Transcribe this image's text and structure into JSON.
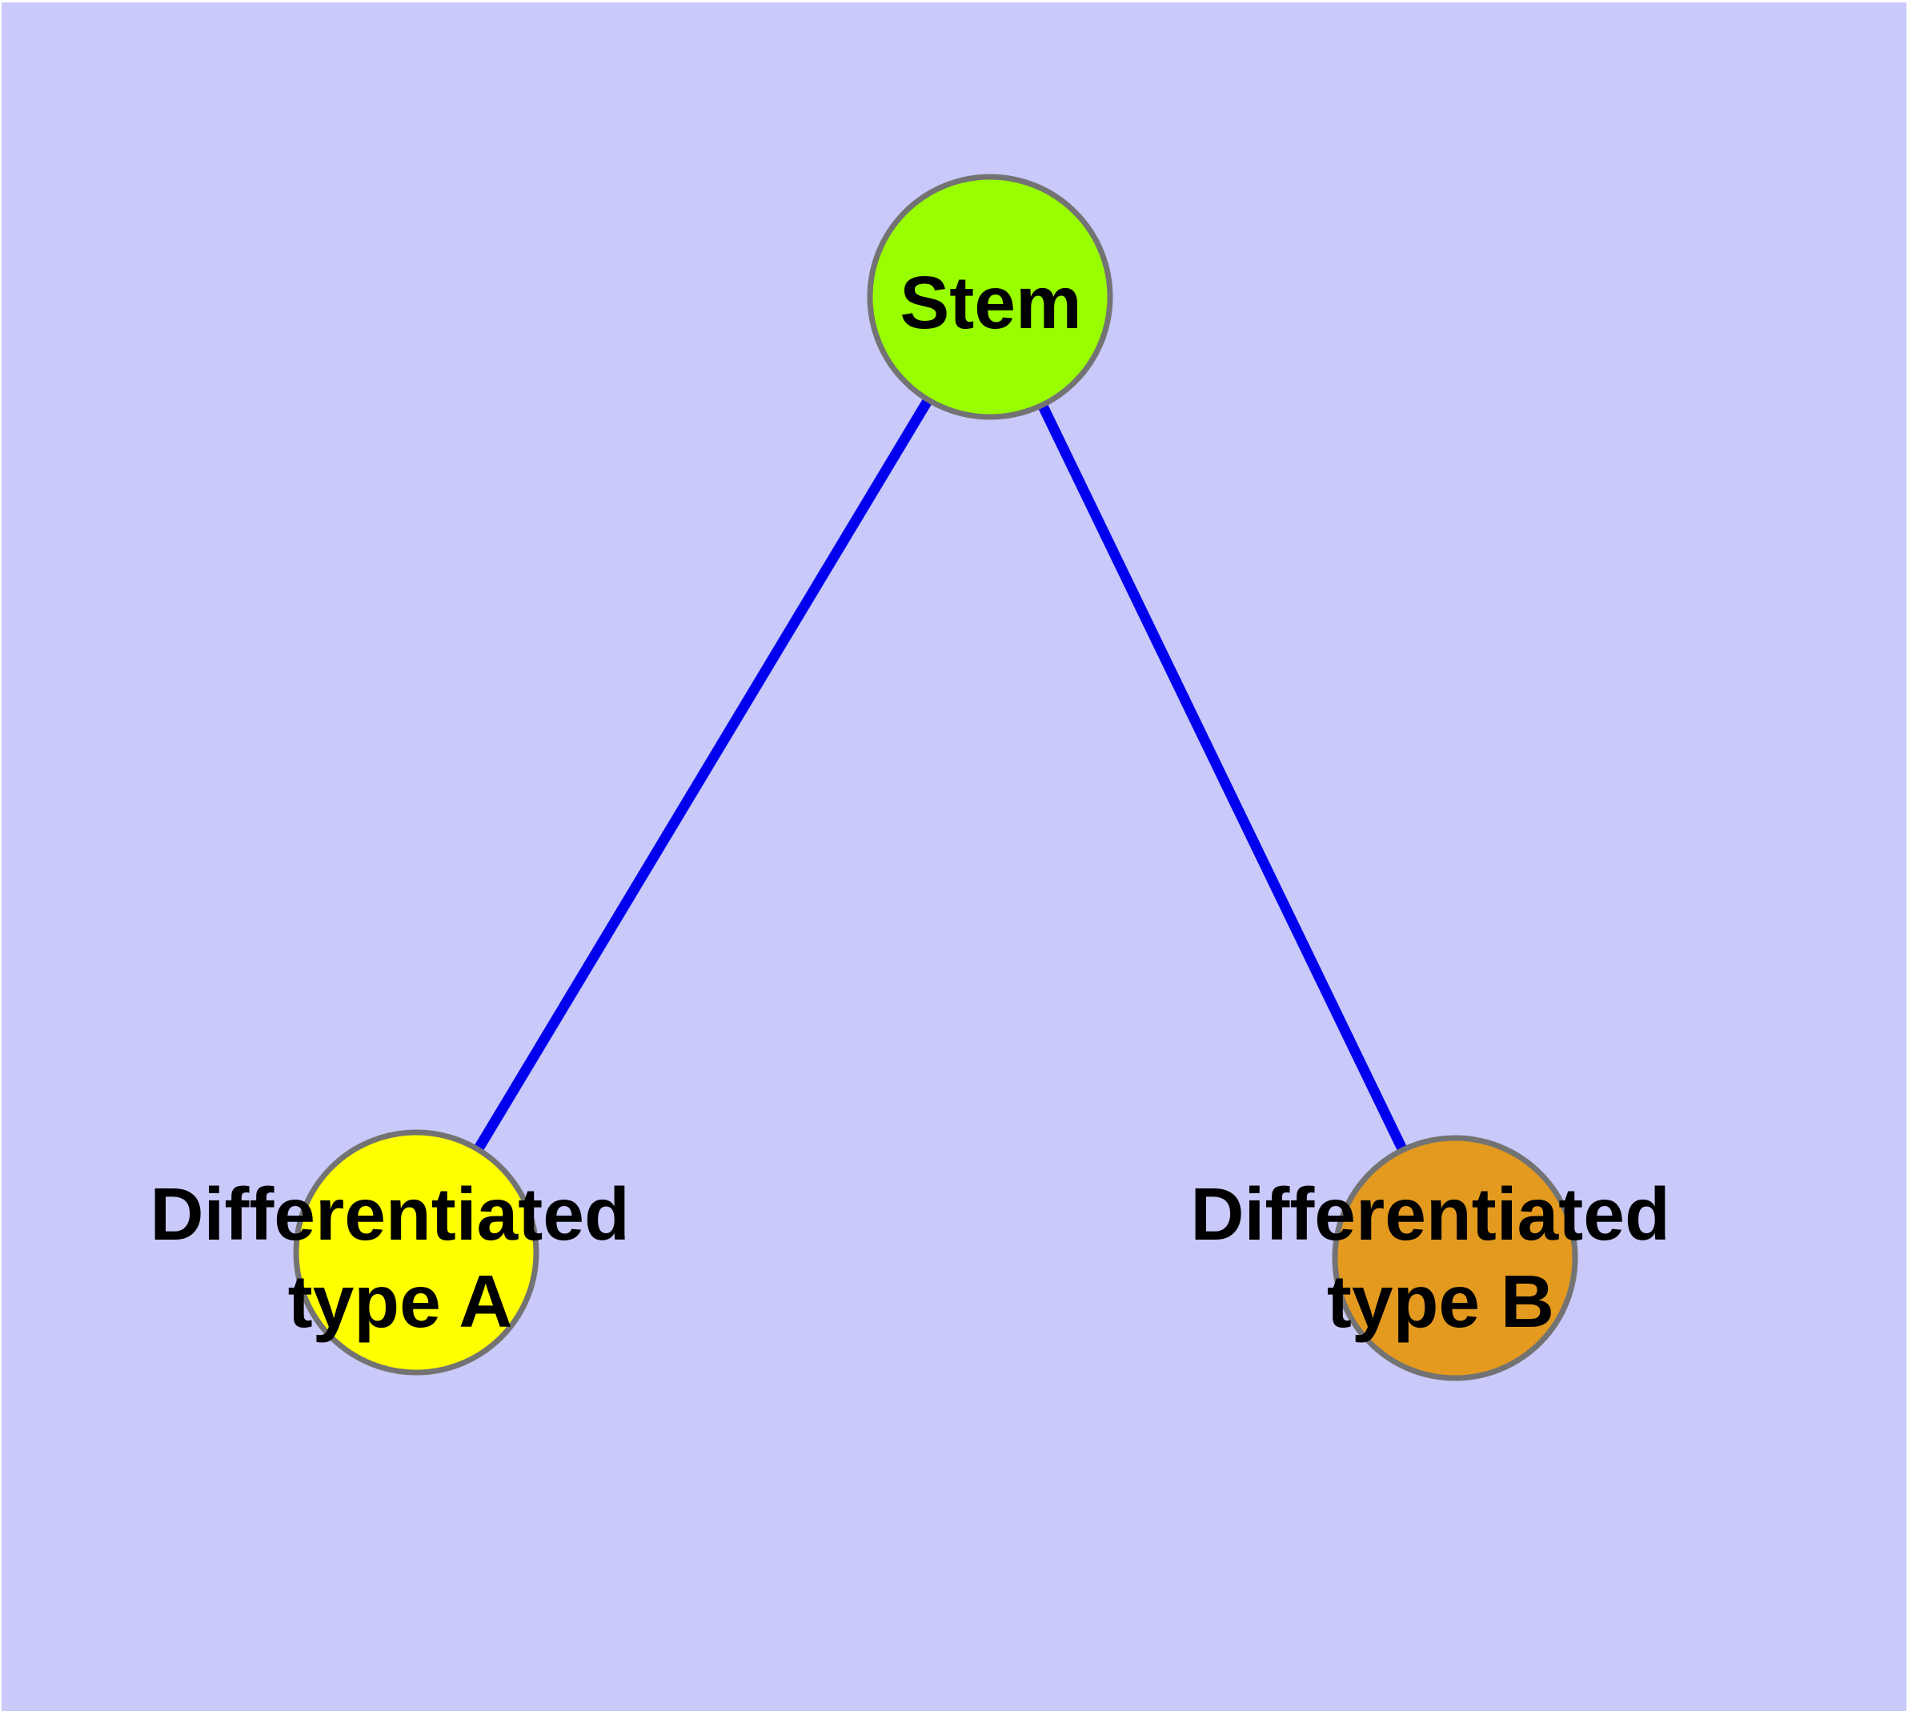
{
  "diagram": {
    "background_color": "#C9C9FA",
    "edge_color": "#0000EE",
    "node_border_color": "#737373",
    "label_color": "#000000",
    "nodes": {
      "stem": {
        "label": "Stem",
        "color": "#99FF00"
      },
      "type_a": {
        "label_line1": "Differentiated",
        "label_line2": "type A",
        "label_full": "Differentiated type A",
        "color": "#FFFF00"
      },
      "type_b": {
        "label_line1": "Differentiated",
        "label_line2": "type B",
        "label_full": "Differentiated type B",
        "color": "#E39A1F"
      }
    },
    "edges": [
      {
        "from": "Stem",
        "to": "Differentiated type A"
      },
      {
        "from": "Stem",
        "to": "Differentiated type B"
      }
    ]
  }
}
